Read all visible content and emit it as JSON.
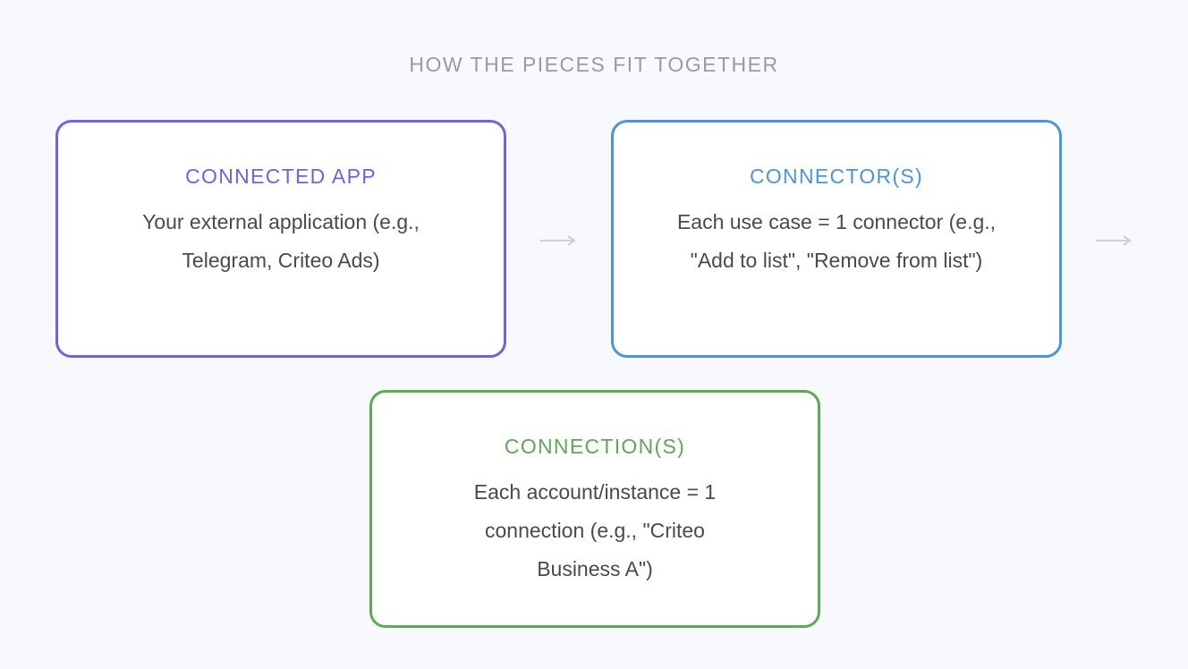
{
  "title": "HOW THE PIECES FIT TOGETHER",
  "colors": {
    "app": "#6c63e8",
    "connector": "#4a94e4",
    "connection": "#5aab52",
    "arrow": "#cfcfd4"
  },
  "cards": {
    "app": {
      "heading": "CONNECTED APP",
      "description": "Your external application (e.g., Telegram, Criteo Ads)"
    },
    "connector": {
      "heading": "CONNECTOR(S)",
      "description": "Each use case = 1 connector (e.g., \"Add to list\", \"Remove from list\")"
    },
    "connection": {
      "heading": "CONNECTION(S)",
      "description": "Each account/instance = 1 connection (e.g., \"Criteo Business A\")"
    }
  },
  "icons": {
    "flow_arrow": "right-arrow-icon"
  }
}
